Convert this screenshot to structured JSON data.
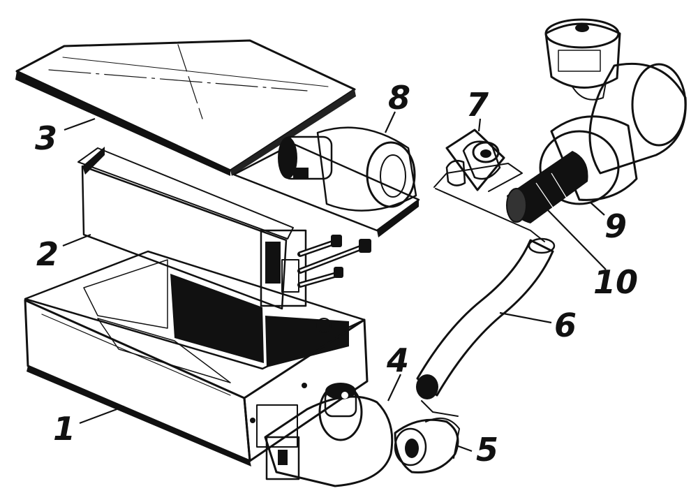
{
  "colors": {
    "ink": "#111111",
    "paper": "#ffffff"
  },
  "callouts": [
    {
      "id": "1",
      "text": "1"
    },
    {
      "id": "2",
      "text": "2"
    },
    {
      "id": "3",
      "text": "3"
    },
    {
      "id": "4",
      "text": "4"
    },
    {
      "id": "5",
      "text": "5"
    },
    {
      "id": "6",
      "text": "6"
    },
    {
      "id": "7",
      "text": "7"
    },
    {
      "id": "8",
      "text": "8"
    },
    {
      "id": "9",
      "text": "9"
    },
    {
      "id": "10",
      "text": "10"
    }
  ]
}
